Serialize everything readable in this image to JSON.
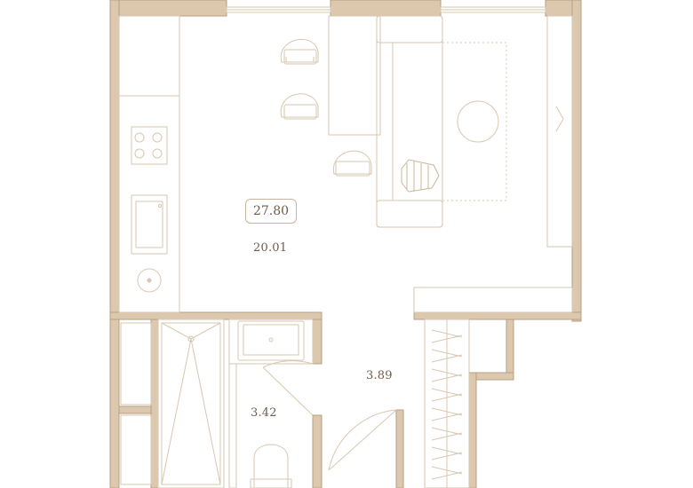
{
  "floorplan": {
    "total_area": "27.80",
    "rooms": [
      {
        "id": "living-kitchen",
        "area": "20.01"
      },
      {
        "id": "hallway",
        "area": "3.89"
      },
      {
        "id": "bathroom",
        "area": "3.42"
      }
    ]
  },
  "colors": {
    "wall": "#dcc8ae",
    "wall_edge": "#b79f82",
    "furniture_line": "#d8c7b1",
    "text": "#6e5c4a",
    "window": "#ffffff"
  }
}
